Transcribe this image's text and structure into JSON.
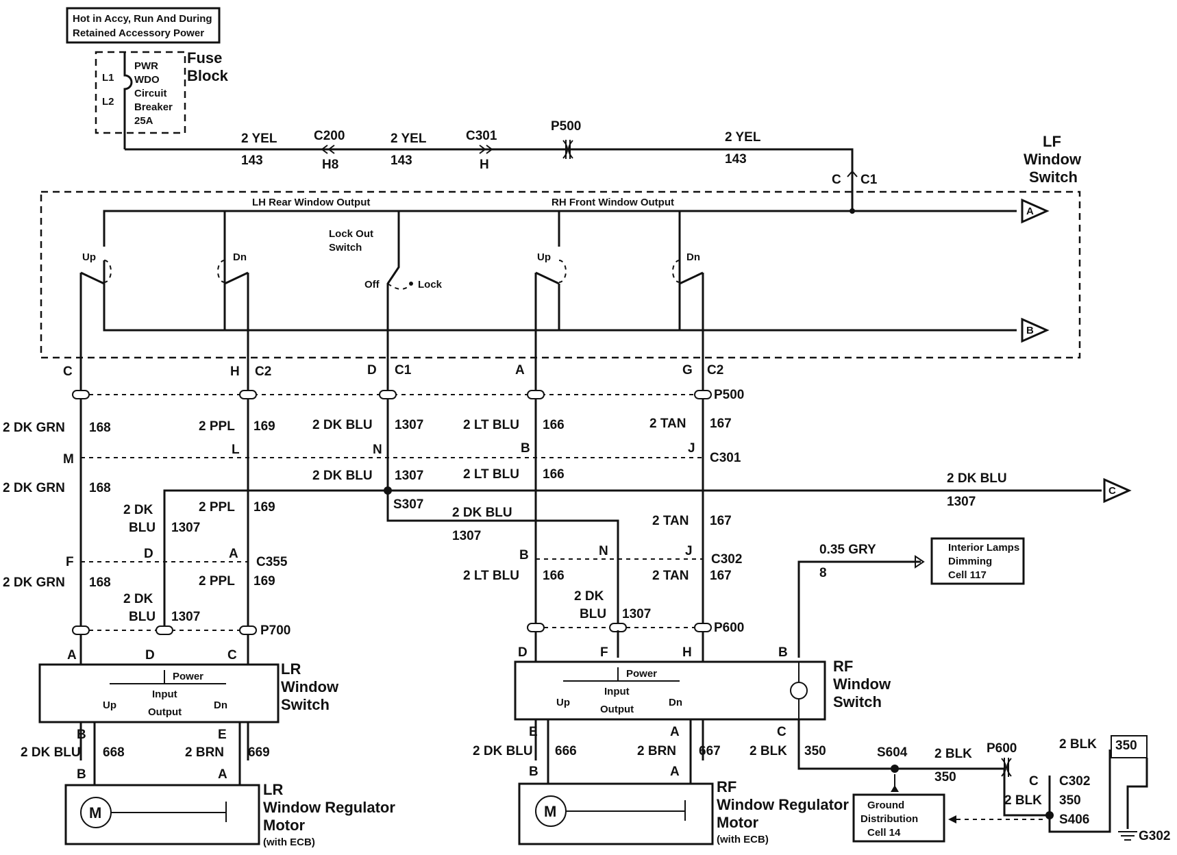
{
  "power_box": [
    "Hot in Accy, Run And During",
    "Retained Accessory Power"
  ],
  "fuse_block": {
    "title": [
      "Fuse",
      "Block"
    ],
    "pins": [
      "L1",
      "L2"
    ],
    "breaker": [
      "PWR",
      "WDO",
      "Circuit",
      "Breaker",
      "25A"
    ]
  },
  "top_wire": {
    "segments": [
      {
        "color": "2 YEL",
        "circuit": "143"
      },
      {
        "color": "2 YEL",
        "circuit": "143"
      },
      {
        "color": "2 YEL",
        "circuit": "143"
      }
    ],
    "c200": {
      "name": "C200",
      "pin": "H8"
    },
    "c301": {
      "name": "C301",
      "pin": "H"
    },
    "p500": "P500"
  },
  "lf_switch": {
    "title": [
      "LF",
      "Window",
      "Switch"
    ],
    "conn_c": "C",
    "conn_c1": "C1",
    "lh_rear_output": "LH Rear Window Output",
    "rh_front_output": "RH Front Window Output",
    "lockout": [
      "Lock Out",
      "Switch"
    ],
    "up": "Up",
    "dn": "Dn",
    "off": "Off",
    "lock": "Lock",
    "offpage_a": "A",
    "offpage_b": "B"
  },
  "lf_pins": [
    {
      "pin": "C",
      "conn": ""
    },
    {
      "pin": "H",
      "conn": "C2"
    },
    {
      "pin": "D",
      "conn": "C1"
    },
    {
      "pin": "A",
      "conn": ""
    },
    {
      "pin": "G",
      "conn": "C2"
    }
  ],
  "p500_label": "P500",
  "wires_row1": [
    {
      "color": "2 DK GRN",
      "circuit": "168"
    },
    {
      "color": "2 PPL",
      "circuit": "169"
    },
    {
      "color": "2 DK BLU",
      "circuit": "1307"
    },
    {
      "color": "2 LT BLU",
      "circuit": "166"
    },
    {
      "color": "2 TAN",
      "circuit": "167"
    }
  ],
  "c301_pins": [
    "M",
    "L",
    "N",
    "B",
    "J"
  ],
  "c301_label": "C301",
  "wires_row2": [
    {
      "color": "2 DK GRN",
      "circuit": "168"
    },
    {
      "color": "2 PPL",
      "circuit": "169"
    },
    {
      "color": "2 DK BLU",
      "circuit": "1307"
    },
    {
      "color": "2 LT BLU",
      "circuit": "166"
    }
  ],
  "offpage_c": {
    "color": "2 DK BLU",
    "circuit": "1307",
    "label": "C"
  },
  "s307": "S307",
  "lr_branch": {
    "dkblu": [
      "2 DK",
      "BLU"
    ],
    "dkblu_circuit": "1307",
    "ppl": "2 PPL",
    "ppl_circuit": "169"
  },
  "rf_branch": {
    "dkblu": "2 DK BLU",
    "dkblu_circuit": "1307",
    "tan": "2 TAN",
    "tan_circuit": "167"
  },
  "c355": {
    "pins": [
      "F",
      "D",
      "A"
    ],
    "label": "C355"
  },
  "c302": {
    "pins": [
      "B",
      "N",
      "J"
    ],
    "label": "C302"
  },
  "lr_wires3": {
    "grn": "2 DK GRN",
    "grn_circuit": "168",
    "blu": [
      "2 DK",
      "BLU"
    ],
    "blu_circuit": "1307",
    "ppl": "2 PPL",
    "ppl_circuit": "169"
  },
  "rf_wires3": {
    "ltblu": "2 LT BLU",
    "ltblu_circuit": "166",
    "blu": [
      "2 DK",
      "BLU"
    ],
    "blu_circuit": "1307",
    "tan": "2 TAN",
    "tan_circuit": "167"
  },
  "p700": "P700",
  "p600": "P600",
  "gry_wire": {
    "color": "0.35 GRY",
    "circuit": "8"
  },
  "interior_lamps": [
    "Interior Lamps",
    "Dimming",
    "Cell 117"
  ],
  "lr_switch": {
    "title": [
      "LR",
      "Window",
      "Switch"
    ],
    "top_pins": [
      "A",
      "D",
      "C"
    ],
    "power": "Power",
    "input": "Input",
    "output": "Output",
    "up": "Up",
    "dn": "Dn",
    "bottom_pins": [
      "B",
      "E"
    ]
  },
  "rf_switch": {
    "title": [
      "RF",
      "Window",
      "Switch"
    ],
    "top_pins": [
      "D",
      "F",
      "H",
      "B"
    ],
    "power": "Power",
    "input": "Input",
    "output": "Output",
    "up": "Up",
    "dn": "Dn",
    "bottom_pins": [
      "E",
      "A",
      "C"
    ]
  },
  "lr_motor_wires": [
    {
      "color": "2 DK BLU",
      "circuit": "668"
    },
    {
      "color": "2 BRN",
      "circuit": "669"
    }
  ],
  "rf_motor_wires": [
    {
      "color": "2 DK BLU",
      "circuit": "666"
    },
    {
      "color": "2 BRN",
      "circuit": "667"
    },
    {
      "color": "2 BLK",
      "circuit": "350"
    }
  ],
  "lr_motor": {
    "pins": [
      "B",
      "A"
    ],
    "title": [
      "LR",
      "Window Regulator",
      "Motor"
    ],
    "note": "(with ECB)",
    "symbol": "M"
  },
  "rf_motor": {
    "pins": [
      "B",
      "A"
    ],
    "title": [
      "RF",
      "Window Regulator",
      "Motor"
    ],
    "note": "(with ECB)",
    "symbol": "M"
  },
  "ground": {
    "s604": "S604",
    "blk1": "2 BLK",
    "blk1_circuit": "350",
    "p600": "P600",
    "c302_pin": "C",
    "c302": "C302",
    "blk2": "2 BLK",
    "blk2_circuit": "350",
    "s406": "S406",
    "blk3": "2 BLK",
    "blk3_circuit": "350",
    "g302": "G302",
    "distribution": [
      "Ground",
      "Distribution",
      "Cell 14"
    ]
  }
}
